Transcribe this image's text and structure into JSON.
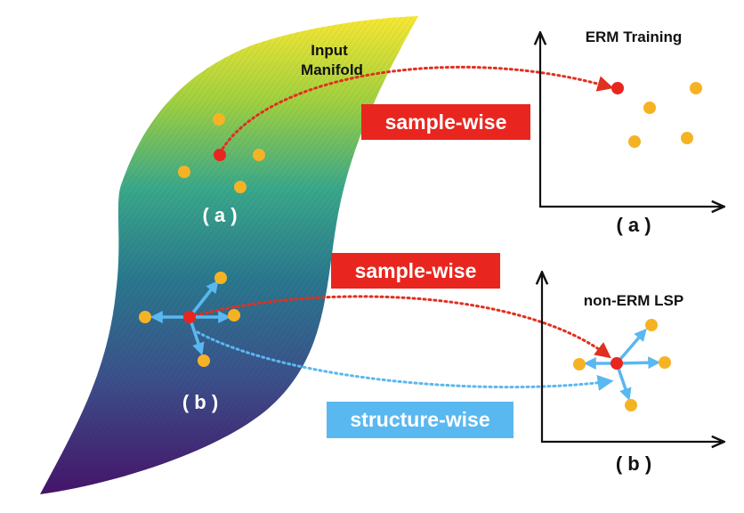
{
  "manifold": {
    "title_line1": "Input",
    "title_line2": "Manifold",
    "label_a": "( a )",
    "label_b": "( b )"
  },
  "tags": {
    "top": {
      "text": "sample-wise",
      "color": "#e8261f"
    },
    "middle": {
      "text": "sample-wise",
      "color": "#e8261f"
    },
    "bottom": {
      "text": "structure-wise",
      "color": "#5ab8f0"
    }
  },
  "panels": {
    "top": {
      "title": "ERM Training",
      "label": "( a )"
    },
    "bottom": {
      "title": "non-ERM LSP",
      "label": "( b )"
    }
  },
  "colors": {
    "anchor_point": "#e8261f",
    "neighbor_point": "#f5b324",
    "structure_arrow": "#5ab8f0",
    "sample_link": "#e03020",
    "structure_link": "#5ab8f0",
    "manifold_gradient": [
      "#f7e733",
      "#9fd040",
      "#3aa88a",
      "#2a788e",
      "#3b528b",
      "#46146a"
    ]
  }
}
